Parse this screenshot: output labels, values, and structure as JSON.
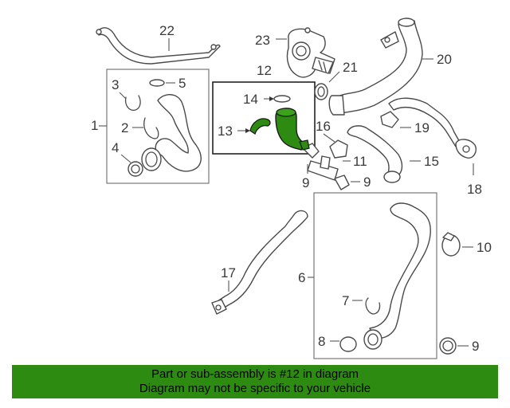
{
  "labels": {
    "c1": "1",
    "c2": "2",
    "c3": "3",
    "c4": "4",
    "c5": "5",
    "c6": "6",
    "c7": "7",
    "c8": "8",
    "c9a": "9",
    "c9b": "9",
    "c9c": "9",
    "c10": "10",
    "c11": "11",
    "c12": "12",
    "c13": "13",
    "c14": "14",
    "c15": "15",
    "c16": "16",
    "c17": "17",
    "c18": "18",
    "c19": "19",
    "c20": "20",
    "c21": "21",
    "c22": "22",
    "c23": "23"
  },
  "footer": {
    "line1": "Part or sub-assembly is #12 in diagram",
    "line2": "Diagram may not be specific to your vehicle"
  },
  "colors": {
    "highlight": "#2e8b12",
    "footer_bg": "#2e8b12"
  }
}
